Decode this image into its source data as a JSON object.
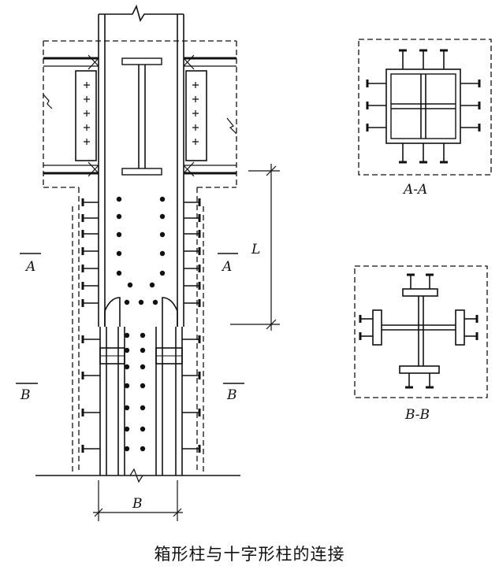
{
  "labels": {
    "section_a_left": "A",
    "section_a_right": "A",
    "section_b_left": "B",
    "section_b_right": "B",
    "length_dim": "L",
    "width_dim": "B",
    "section_aa": "A-A",
    "section_bb": "B-B"
  },
  "caption": "箱形柱与十字形柱的连接"
}
